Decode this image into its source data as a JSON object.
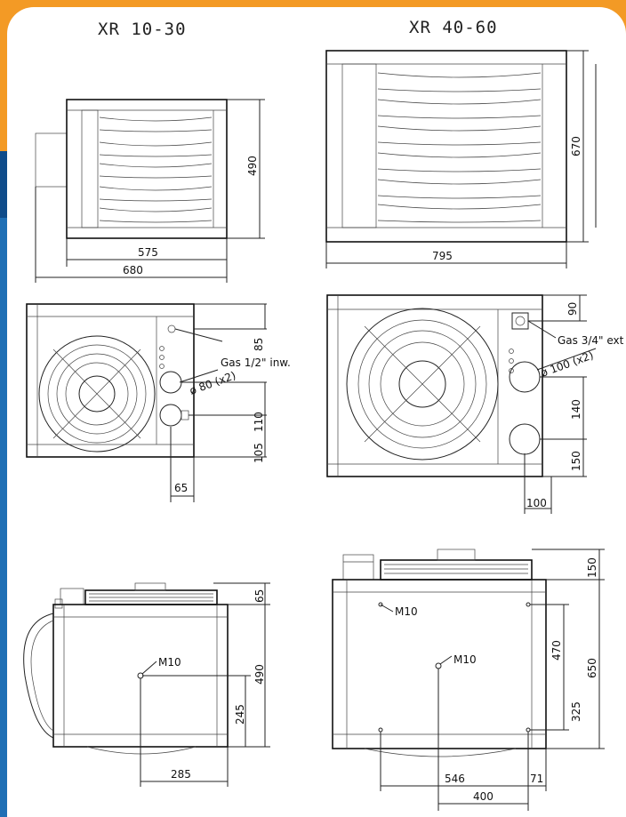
{
  "titles": {
    "left": "XR 10-30",
    "right": "XR 40-60"
  },
  "front_small": {
    "d1": "490",
    "d2": "575",
    "d3": "680"
  },
  "front_large": {
    "d1": "670",
    "d2": "795"
  },
  "back_small": {
    "d1": "85",
    "gas": "Gas 1/2\" inw.",
    "pipe": "ø 80 (x2)",
    "d2": "110",
    "d3": "105",
    "d4": "65"
  },
  "back_large": {
    "d1": "90",
    "gas": "Gas 3/4\" ext",
    "pipe": "ø 100 (x2)",
    "d2": "140",
    "d3": "150",
    "d4": "100"
  },
  "top_small": {
    "d1": "65",
    "mount": "M10",
    "d2": "490",
    "d3": "245",
    "d4": "285"
  },
  "top_large": {
    "d1": "150",
    "mount1": "M10",
    "mount2": "M10",
    "d2": "470",
    "d3": "650",
    "d4": "325",
    "d5": "546",
    "d6": "71",
    "d7": "400"
  },
  "colors": {
    "accent_orange": "#f39a25",
    "accent_blue": "#1f6fb5"
  }
}
